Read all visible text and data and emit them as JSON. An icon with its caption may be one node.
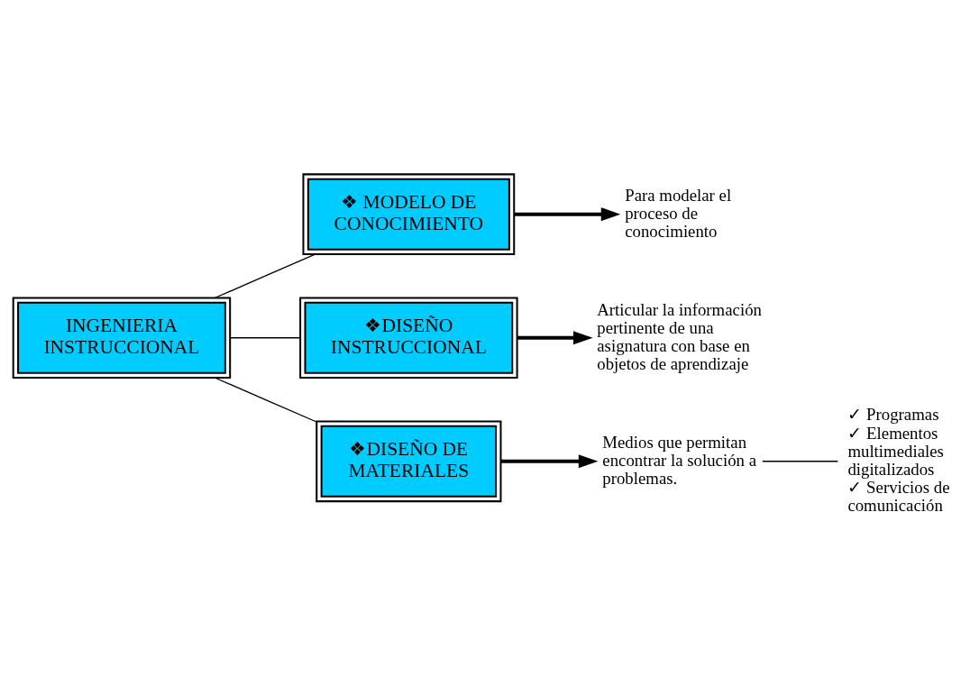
{
  "diagram": {
    "nodes": [
      {
        "text": [
          "INGENIERIA INSTRUCCIONAL"
        ]
      },
      {
        "text": [
          "❖ MODELO DE CONOCIMIENTO"
        ]
      },
      {
        "text": [
          "❖DISEÑO INSTRUCCIONAL"
        ]
      },
      {
        "text": [
          "❖DISEÑO DE MATERIALES"
        ]
      },
      {
        "text": [
          "Para modelar el proceso de conocimiento"
        ]
      },
      {
        "text": [
          "Articular la información pertinente de una asignatura con base en objetos de aprendizaje"
        ]
      },
      {
        "text": [
          "Medios que permitan encontrar la solución a problemas."
        ]
      },
      {
        "text": [
          "✓ Programas",
          "✓ Elementos multimediales digitalizados",
          "✓ Servicios de comunicación"
        ]
      }
    ],
    "edges": [
      {
        "from": 0,
        "to": 1,
        "arrow": "none"
      },
      {
        "from": 0,
        "to": 2,
        "arrow": "none"
      },
      {
        "from": 0,
        "to": 3,
        "arrow": "none"
      },
      {
        "from": 1,
        "to": 4,
        "arrow": "to",
        "style": "thick"
      },
      {
        "from": 2,
        "to": 5,
        "arrow": "to",
        "style": "thick"
      },
      {
        "from": 3,
        "to": 6,
        "arrow": "to",
        "style": "thick"
      },
      {
        "from": 6,
        "to": 7,
        "arrow": "none"
      }
    ]
  }
}
